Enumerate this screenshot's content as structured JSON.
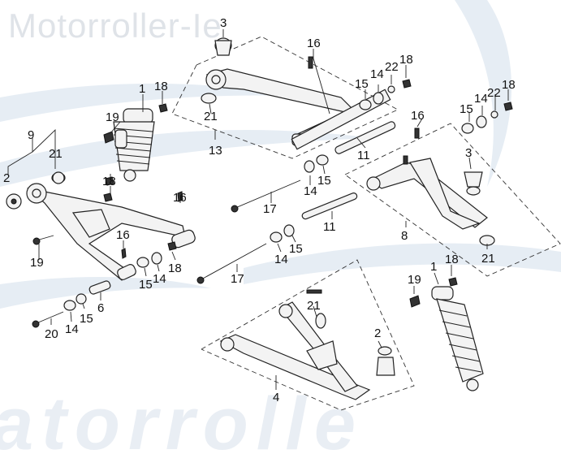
{
  "watermark": {
    "text": "Motorroller-Ie"
  },
  "colors": {
    "line": "#222222",
    "part_fill": "#f3f3f3",
    "watermark": "#dfe3e8",
    "swoosh": "#e6edf4"
  },
  "callouts": {
    "c1a": "1",
    "c1b": "1",
    "c2a": "2",
    "c2b": "2",
    "c3a": "3",
    "c3b": "3",
    "c4": "4",
    "c6": "6",
    "c8": "8",
    "c9": "9",
    "c11a": "11",
    "c11b": "11",
    "c13": "13",
    "c14a": "14",
    "c14b": "14",
    "c14c": "14",
    "c14d": "14",
    "c14e": "14",
    "c14f": "14",
    "c15a": "15",
    "c15b": "15",
    "c15c": "15",
    "c15d": "15",
    "c15e": "15",
    "c15f": "15",
    "c16a": "16",
    "c16b": "16",
    "c16c": "16",
    "c16d": "16",
    "c17a": "17",
    "c17b": "17",
    "c18a": "18",
    "c18b": "18",
    "c18c": "18",
    "c18d": "18",
    "c18e": "18",
    "c18f": "18",
    "c19a": "19",
    "c19b": "19",
    "c19c": "19",
    "c20": "20",
    "c21a": "21",
    "c21b": "21",
    "c21c": "21",
    "c21d": "21",
    "c22a": "22",
    "c22b": "22"
  }
}
